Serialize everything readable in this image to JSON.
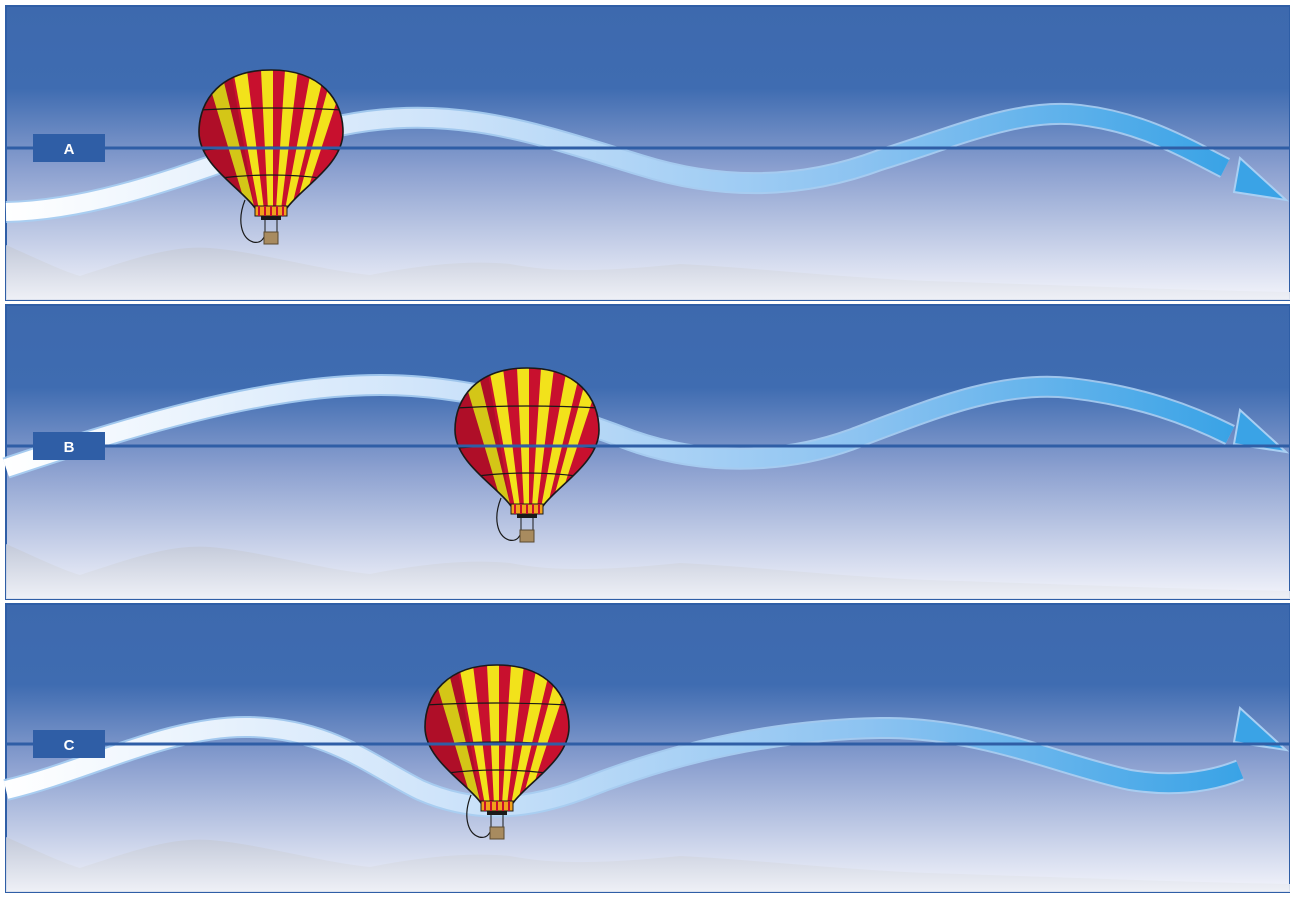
{
  "panels": [
    {
      "label": "A"
    },
    {
      "label": "B"
    },
    {
      "label": "C"
    }
  ],
  "colors": {
    "sky_top": "#3d69ae",
    "sky_bottom": "#f3f4fb",
    "reference_line": "#2f5ea6",
    "label_box": "#2f5ea6",
    "label_text": "#ffffff",
    "wind_arrow_start": "#ffffff",
    "wind_arrow_end": "#3aa3e6",
    "wind_arrow_outline": "#a9cff3",
    "balloon_red": "#c8102e",
    "balloon_yellow": "#f2e21b",
    "balloon_outline": "#1a1a1a",
    "basket": "#a88b5f",
    "hills": "#c9cfdc",
    "panel_border": "#2f5ea6"
  },
  "icons": {
    "balloon": "hot-air-balloon-icon",
    "wind": "wind-arrow-icon",
    "ground": "hills-icon"
  }
}
